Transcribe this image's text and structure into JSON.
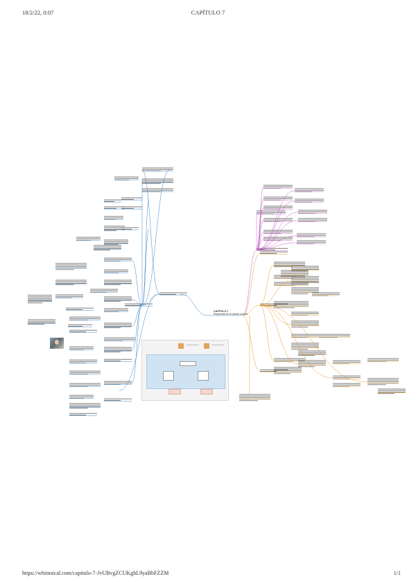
{
  "print_header": {
    "date": "18/2/22, 0:07",
    "title": "CAPÍTULO 7"
  },
  "print_footer": {
    "url": "https://whimsical.com/capitulo-7-JvUBvgZCUKghL9yaBbFZZM",
    "page": "1/1"
  },
  "mindmap": {
    "root_title": "CAPÍTULO 7",
    "root_subtitle": "Respuesta de la planta a la sal",
    "colors": {
      "left_branch": "#3a83c4",
      "pink_branch": "#c45ac7",
      "orange_branch": "#e39a2a",
      "text_line": "#6d6d6d",
      "accent_orange": "#e3a25f",
      "diagram_water": "#cfe3f2",
      "diagram_pink": "#f5d7cf"
    }
  }
}
